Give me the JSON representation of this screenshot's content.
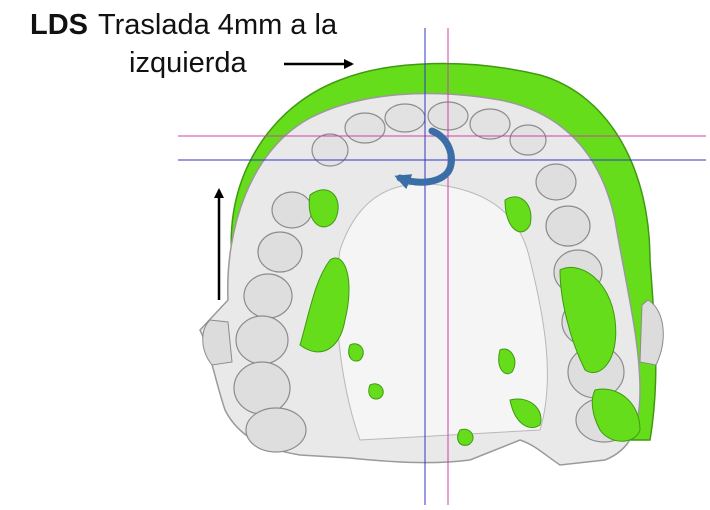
{
  "caption": {
    "code": "LDS",
    "line1": "Traslada 4mm a la",
    "line2": "izquierda"
  },
  "colors": {
    "tooth_white": "#e9e9e9",
    "overlay_green": "#66dd1a",
    "crosshair_pink": "#cc44aa",
    "crosshair_blue": "#3333cc",
    "rotation_arrow": "#3b6ea6",
    "annotation_arrow": "#000000"
  },
  "icons": {
    "rotation": "curved-rotation-arrow-icon",
    "translate_right": "right-arrow-icon",
    "translate_up": "up-arrow-icon"
  }
}
